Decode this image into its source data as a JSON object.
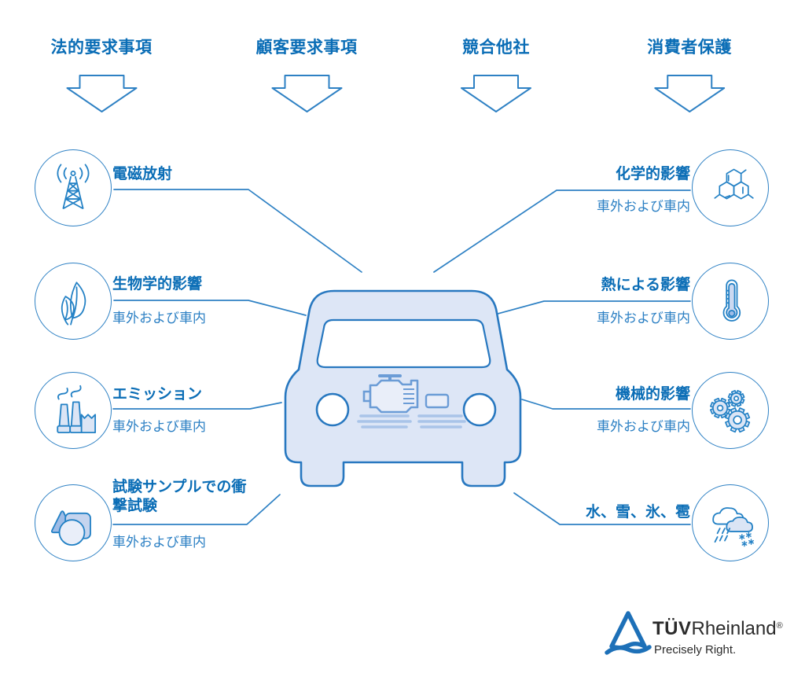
{
  "headers": [
    {
      "label": "法的要求事項"
    },
    {
      "label": "顧客要求事項"
    },
    {
      "label": "競合他社"
    },
    {
      "label": "消費者保護"
    }
  ],
  "items_left": [
    {
      "title": "電磁放射",
      "subtitle": "",
      "icon": "radio-tower-icon"
    },
    {
      "title": "生物学的影響",
      "subtitle": "車外および車内",
      "icon": "leaves-icon"
    },
    {
      "title": "エミッション",
      "subtitle": "車外および車内",
      "icon": "factory-icon"
    },
    {
      "title": "試験サンプルでの衝撃試験",
      "subtitle": "車外および車内",
      "icon": "shapes-icon"
    }
  ],
  "items_right": [
    {
      "title": "化学的影響",
      "subtitle": "車外および車内",
      "icon": "molecule-icon"
    },
    {
      "title": "熱による影響",
      "subtitle": "車外および車内",
      "icon": "thermometer-icon"
    },
    {
      "title": "機械的影響",
      "subtitle": "車外および車内",
      "icon": "gears-icon"
    },
    {
      "title": "水、雪、氷、雹",
      "subtitle": "",
      "icon": "weather-icon"
    }
  ],
  "center": {
    "image": "car-front-icon"
  },
  "logo": {
    "tuv": "TÜV",
    "rheinland": "Rheinland",
    "registered": "®",
    "tagline": "Precisely Right."
  },
  "colors": {
    "primary_blue": "#0a6db6",
    "line_blue": "#2e81c4",
    "subtitle_blue": "#2c80c4",
    "car_fill": "#dde6f6",
    "icon_fill_light": "#e9eef9",
    "icon_fill_mid": "#c5d4ee",
    "icon_fill_dark": "#9fbce6",
    "logo_blue": "#1d70b8",
    "logo_text": "#2b2b2b"
  }
}
